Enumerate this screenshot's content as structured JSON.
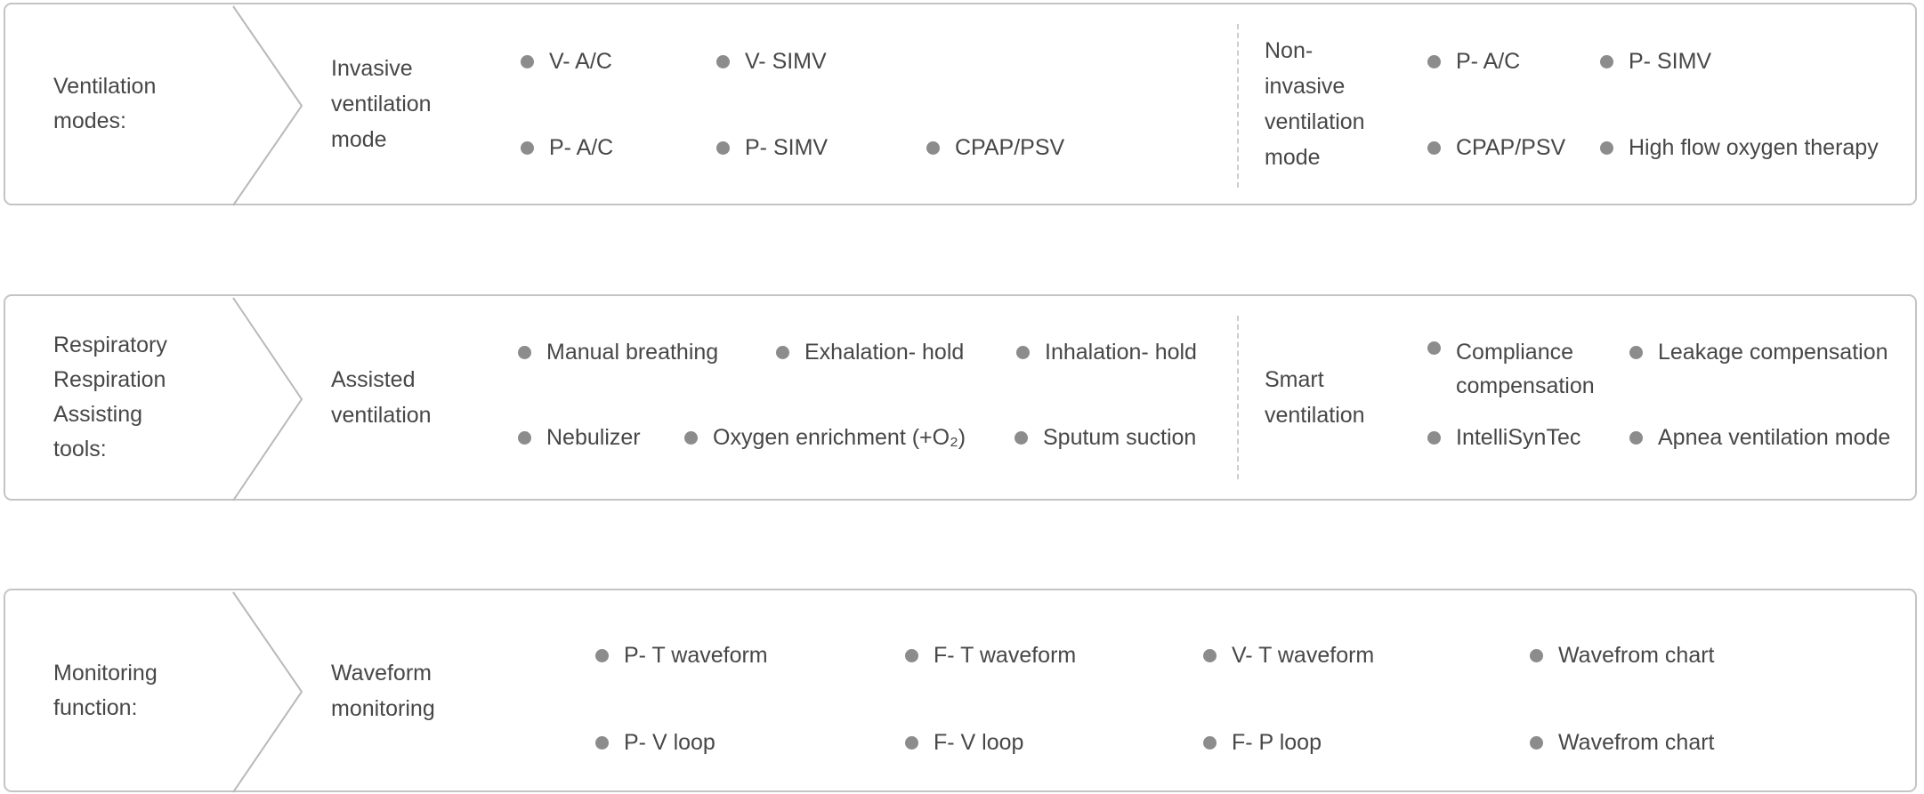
{
  "colors": {
    "text": "#474747",
    "bullet": "#8c8c8c",
    "border": "#c4c4c4",
    "chevron": "#b9b9b9",
    "divider": "#cdcdcd"
  },
  "rows": [
    {
      "label": "Ventilation\nmodes:",
      "groups": [
        {
          "title": "Invasive\nventilation\nmode",
          "items": [
            {
              "label": "V- A/C"
            },
            {
              "label": "V- SIMV"
            },
            {
              "label": "P- A/C"
            },
            {
              "label": "P- SIMV"
            },
            {
              "label": "CPAP/PSV"
            }
          ]
        },
        {
          "title": "Non-\ninvasive\nventilation\nmode",
          "items": [
            {
              "label": "P- A/C"
            },
            {
              "label": "P- SIMV"
            },
            {
              "label": "CPAP/PSV"
            },
            {
              "label": "High flow oxygen therapy"
            }
          ]
        }
      ]
    },
    {
      "label": "Respiratory\nRespiration\nAssisting\ntools:",
      "groups": [
        {
          "title": "Assisted\nventilation",
          "items": [
            {
              "label": "Manual breathing"
            },
            {
              "label": "Exhalation- hold"
            },
            {
              "label": "Inhalation- hold"
            },
            {
              "label": "Nebulizer"
            },
            {
              "label": "Oxygen enrichment (+O₂)"
            },
            {
              "label": "Sputum suction"
            }
          ]
        },
        {
          "title": "Smart\nventilation",
          "items": [
            {
              "label": "Compliance compensation"
            },
            {
              "label": "Leakage compensation"
            },
            {
              "label": "IntelliSynTec"
            },
            {
              "label": "Apnea ventilation mode"
            }
          ]
        }
      ]
    },
    {
      "label": "Monitoring\nfunction:",
      "groups": [
        {
          "title": "Waveform\nmonitoring",
          "items": [
            {
              "label": "P- T waveform"
            },
            {
              "label": "F- T waveform"
            },
            {
              "label": "V- T waveform"
            },
            {
              "label": "Wavefrom chart"
            },
            {
              "label": "P- V loop"
            },
            {
              "label": "F- V loop"
            },
            {
              "label": "F- P loop"
            },
            {
              "label": "Wavefrom chart"
            }
          ]
        }
      ]
    }
  ]
}
